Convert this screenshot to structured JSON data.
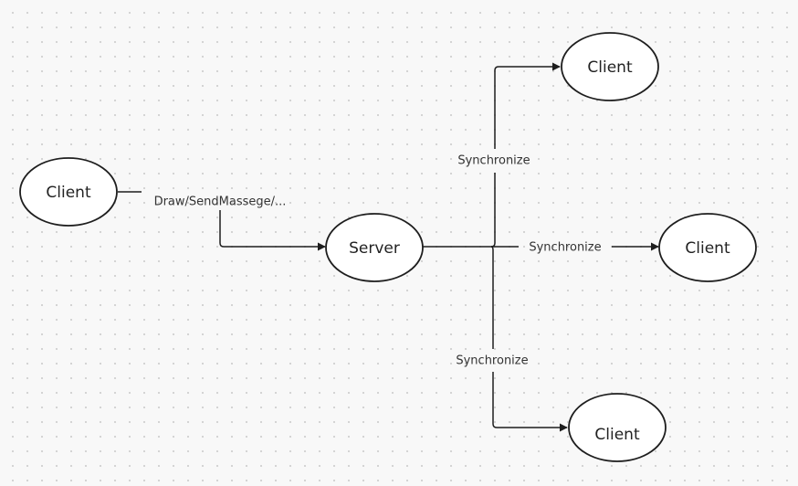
{
  "diagram": {
    "nodes": {
      "client_left": "Client",
      "server": "Server",
      "client_top": "Client",
      "client_right": "Client",
      "client_bottom": "Client"
    },
    "edges": {
      "client_to_server": "Draw/SendMassege/...",
      "server_to_client_top": "Synchronize",
      "server_to_client_right": "Synchronize",
      "server_to_client_bottom": "Synchronize"
    }
  },
  "colors": {
    "background": "#f8f8f8",
    "stroke": "#1e1e1e",
    "node_fill": "#ffffff",
    "text": "#222222"
  }
}
